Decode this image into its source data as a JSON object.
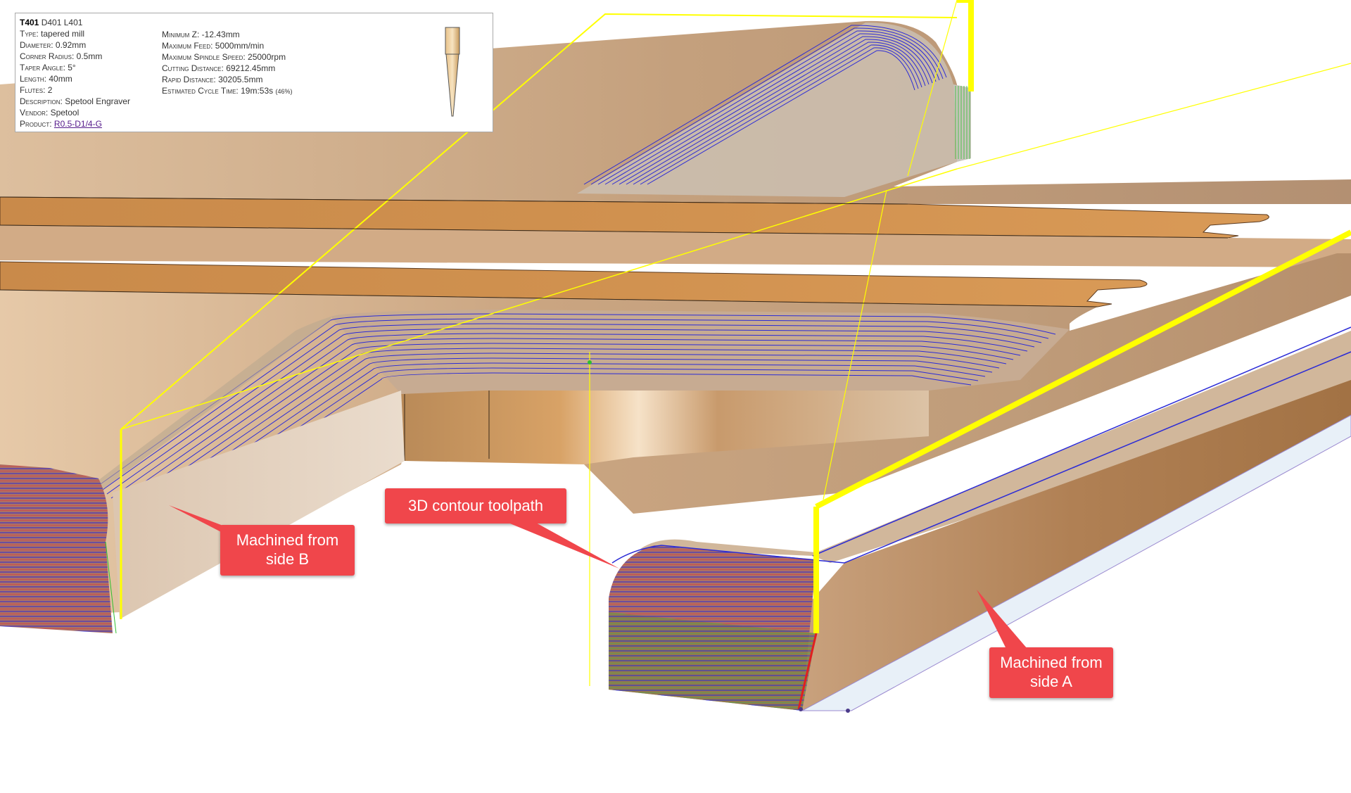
{
  "tool": {
    "title_bold": "T401",
    "title_rest": " D401 L401",
    "left_rows": [
      {
        "label": "Type:",
        "value": " tapered mill"
      },
      {
        "label": "Diameter:",
        "value": " 0.92mm"
      },
      {
        "label": "Corner Radius:",
        "value": " 0.5mm"
      },
      {
        "label": "Taper Angle:",
        "value": " 5°"
      },
      {
        "label": "Length:",
        "value": " 40mm"
      },
      {
        "label": "Flutes:",
        "value": " 2"
      },
      {
        "label": "Description:",
        "value": " Spetool Engraver"
      },
      {
        "label": "Vendor:",
        "value": " Spetool"
      }
    ],
    "product_label": "Product:",
    "product_value": "R0.5-D1/4-G",
    "right_rows": [
      {
        "label": "Minimum Z:",
        "value": " -12.43mm"
      },
      {
        "label": "Maximum Feed:",
        "value": " 5000mm/min"
      },
      {
        "label": "Maximum Spindle Speed:",
        "value": " 25000rpm"
      },
      {
        "label": "Cutting Distance:",
        "value": " 69212.45mm"
      },
      {
        "label": "Rapid Distance:",
        "value": " 30205.5mm"
      }
    ],
    "cycle_label": "Estimated Cycle Time:",
    "cycle_value": " 19m:53s ",
    "cycle_pct": "(46%)"
  },
  "callouts": {
    "side_b_line1": "Machined from",
    "side_b_line2": "side B",
    "contour": "3D contour toolpath",
    "side_a_line1": "Machined from",
    "side_a_line2": "side A"
  },
  "colors": {
    "toolpath_cut": "#2b2bd6",
    "toolpath_lead": "#2fbf2f",
    "rapid": "#ffff00",
    "plunge": "#e02020",
    "callout": "#f0464b",
    "wood": "#c9a17a"
  }
}
